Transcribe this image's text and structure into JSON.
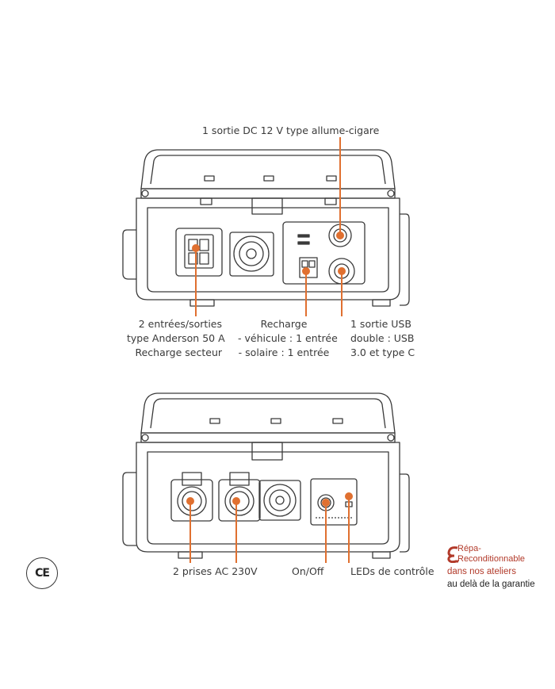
{
  "accent_color": "#e07030",
  "top_view": {
    "callout_dc": "1 sortie DC 12 V type allume-cigare",
    "callout_anderson": [
      "2 entrées/sorties",
      "type Anderson 50 A",
      "Recharge secteur"
    ],
    "callout_recharge": [
      "Recharge",
      "- véhicule : 1 entrée",
      "- solaire : 1 entrée"
    ],
    "callout_usb": [
      "1 sortie USB",
      "double : USB",
      "3.0 et type C"
    ]
  },
  "bottom_view": {
    "callout_ac": "2 prises AC 230V",
    "callout_onoff": "On/Off",
    "callout_leds": "LEDs de contrôle"
  },
  "ce_mark": "CE",
  "brand": {
    "line1": "Répa-",
    "line2": "Reconditionnable",
    "line3": "dans nos ateliers",
    "line4": "au delà de la garantie"
  }
}
